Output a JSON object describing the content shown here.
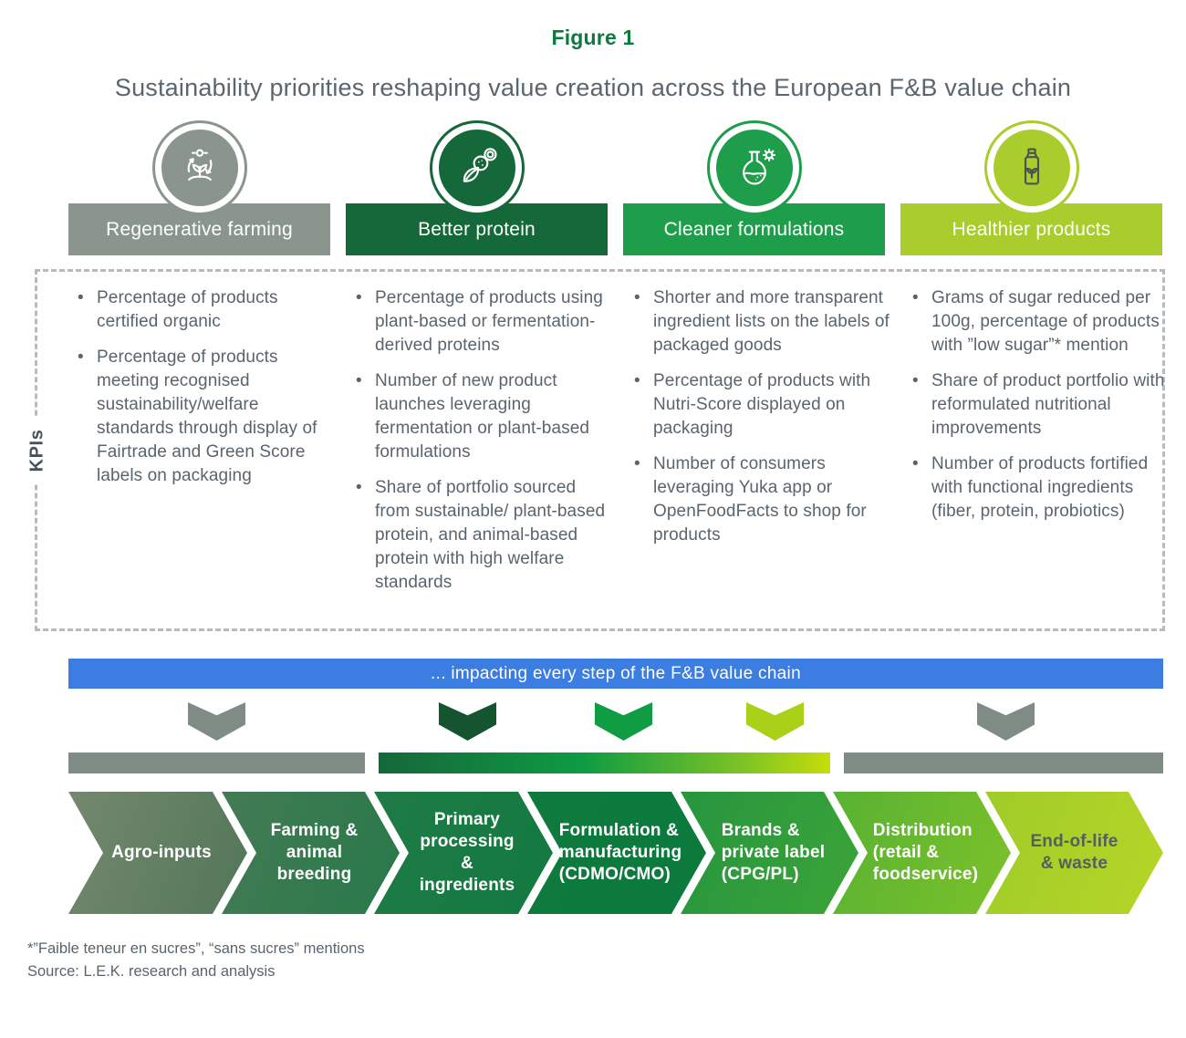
{
  "figure": {
    "label": "Figure 1",
    "title": "Sustainability priorities reshaping value creation across the European F&B value chain"
  },
  "palette": {
    "figure_label_green": "#0c7a3e",
    "text_gray": "#5a646d",
    "pillar_gray": "#8a958e",
    "pillar_dark_green": "#156839",
    "pillar_green": "#1e9e4b",
    "pillar_lime": "#a9cd2c",
    "banner_blue": "#3b7de0",
    "dashed_border": "#b6bbc0"
  },
  "kpi_axis_label": "KPIs",
  "pillars": [
    {
      "name": "Regenerative farming",
      "icon": "regenerative-farming-icon",
      "color": "#8a958e",
      "kpis": [
        "Percentage of products certified organic",
        "Percentage of products meeting recognised sustainability/welfare standards through display of Fairtrade and Green Score labels on packaging"
      ]
    },
    {
      "name": "Better protein",
      "icon": "better-protein-icon",
      "color": "#156839",
      "kpis": [
        "Percentage of products using plant-based or fermentation-derived proteins",
        "Number of new product launches leveraging fermentation or plant-based formulations",
        "Share of portfolio sourced from sustainable/ plant-based protein, and animal-based protein with high welfare standards"
      ]
    },
    {
      "name": "Cleaner formulations",
      "icon": "cleaner-formulations-icon",
      "color": "#1e9e4b",
      "kpis": [
        "Shorter and more transparent ingredient lists on the labels of packaged goods",
        "Percentage of products with Nutri-Score displayed on packaging",
        "Number of consumers leveraging Yuka app or OpenFoodFacts to shop for products"
      ]
    },
    {
      "name": "Healthier products",
      "icon": "healthier-products-icon",
      "color": "#a9cd2c",
      "kpis": [
        "Grams of sugar reduced per 100g, percentage of products with ”low sugar”* mention",
        "Share of product portfolio with reformulated nutritional improvements",
        "Number of products fortified with functional ingredients (fiber, protein, probiotics)"
      ]
    }
  ],
  "banner": {
    "text": "... impacting every step of the F&B value chain",
    "color": "#3b7de0"
  },
  "flow_arrows": [
    {
      "icon": "chevron-down-icon",
      "color": "#7e8c85"
    },
    {
      "icon": "chevron-down-icon",
      "color": "#14542f"
    },
    {
      "icon": "chevron-down-icon",
      "color": "#0f9c43"
    },
    {
      "icon": "chevron-down-icon",
      "color": "#a8d118"
    },
    {
      "icon": "chevron-down-icon",
      "color": "#7e8c85"
    }
  ],
  "value_chain": {
    "steps": [
      "Agro-inputs",
      "Farming &\nanimal\nbreeding",
      "Primary\nprocessing &\ningredients",
      "Formulation &\nmanufacturing\n(CDMO/CMO)",
      "Brands &\nprivate label\n(CPG/PL)",
      "Distribution\n(retail &\nfoodservice)",
      "End-of-life\n& waste"
    ]
  },
  "footnotes": [
    "*”Faible teneur en sucres”, “sans sucres” mentions",
    "Source: L.E.K. research and analysis"
  ]
}
